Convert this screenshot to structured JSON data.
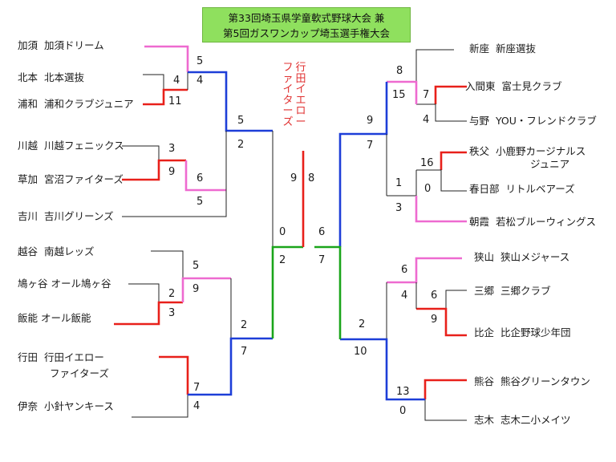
{
  "title": {
    "line1": "第33回埼玉県学童軟式野球大会 兼",
    "line2": "第5回ガスワンカップ埼玉選手権大会"
  },
  "winner": {
    "line1": "行田イエロー",
    "line2": "ファイターズ"
  },
  "colors": {
    "round1": "#e8201a",
    "round2": "#ee6ad0",
    "round3": "#1d3ed8",
    "semifinal": "#1aa51a",
    "final": "#e8201a",
    "line": "#222222"
  },
  "teams": {
    "kazo": {
      "pref": "加須",
      "name": "加須ドリーム"
    },
    "kitamoto": {
      "pref": "北本",
      "name": "北本選抜"
    },
    "urawa": {
      "pref": "浦和",
      "name": "浦和クラブジュニア"
    },
    "kawagoe": {
      "pref": "川越",
      "name": "川越フェニックス"
    },
    "soka": {
      "pref": "草加",
      "name": "宮沼ファイターズ"
    },
    "yoshikawa": {
      "pref": "吉川",
      "name": "吉川グリーンズ"
    },
    "koshigaya": {
      "pref": "越谷",
      "name": "南越レッズ"
    },
    "hatogaya": {
      "pref": "鳩ヶ谷",
      "name": "オール鳩ヶ谷"
    },
    "hanno": {
      "pref": "飯能",
      "name": "オール飯能"
    },
    "gyoda": {
      "pref": "行田",
      "name": "行田イエロー",
      "name2": "ファイターズ"
    },
    "ina": {
      "pref": "伊奈",
      "name": "小針ヤンキース"
    },
    "niiza": {
      "pref": "新座",
      "name": "新座選抜"
    },
    "iruma": {
      "pref": "入間東",
      "name": "富士見クラブ"
    },
    "yono": {
      "pref": "与野",
      "name": "YOU・フレンドクラブ"
    },
    "chichibu": {
      "pref": "秩父",
      "name": "小鹿野カージナルス",
      "name2": "ジュニア"
    },
    "kasukabe": {
      "pref": "春日部",
      "name": "リトルベアーズ"
    },
    "asaka": {
      "pref": "朝霞",
      "name": "若松ブルーウィングス"
    },
    "sayama": {
      "pref": "狭山",
      "name": "狭山メジャース"
    },
    "misato": {
      "pref": "三郷",
      "name": "三郷クラブ"
    },
    "hiki": {
      "pref": "比企",
      "name": "比企野球少年団"
    },
    "kumagaya": {
      "pref": "熊谷",
      "name": "熊谷グリーンタウン"
    },
    "shiki": {
      "pref": "志木",
      "name": "志木二小メイツ"
    }
  },
  "scores": {
    "kazo_r2": "5",
    "kitamoto_urawa_r2": "4",
    "kitamoto_r1": "4",
    "urawa_r1": "11",
    "kazo_urawa_r3": "5",
    "kawagoe_group_r3": "2",
    "kawagoe_r1": "3",
    "soka_r1": "9",
    "soka_r2": "6",
    "yoshikawa_r2": "5",
    "left_top_semi": "0",
    "left_bottom_semi": "2",
    "final_left": "9",
    "final_right": "8",
    "koshigaya_r2": "5",
    "hatogaya_hanno_r2": "9",
    "hatogaya_r1": "2",
    "hanno_r1": "3",
    "hatogaya_group_r3": "2",
    "gyoda_group_r3": "7",
    "gyoda_r1": "7",
    "ina_r1": "4",
    "niiza_r2": "8",
    "iruma_yono_r2": "15",
    "iruma_r1": "7",
    "yono_r1": "4",
    "niiza_group_r3": "9",
    "chichibu_group_r3": "7",
    "chichibu_r1": "16",
    "kasukabe_r1": "0",
    "chichibu_r2": "1",
    "asaka_r2": "3",
    "right_top_semi": "6",
    "right_bottom_semi": "7",
    "sayama_r2": "6",
    "misato_hiki_r2": "4",
    "misato_r1": "6",
    "hiki_r1": "9",
    "sayama_group_r3": "2",
    "kumagaya_group_r3": "10",
    "kumagaya_r2": "13",
    "shiki_r2": "0"
  }
}
